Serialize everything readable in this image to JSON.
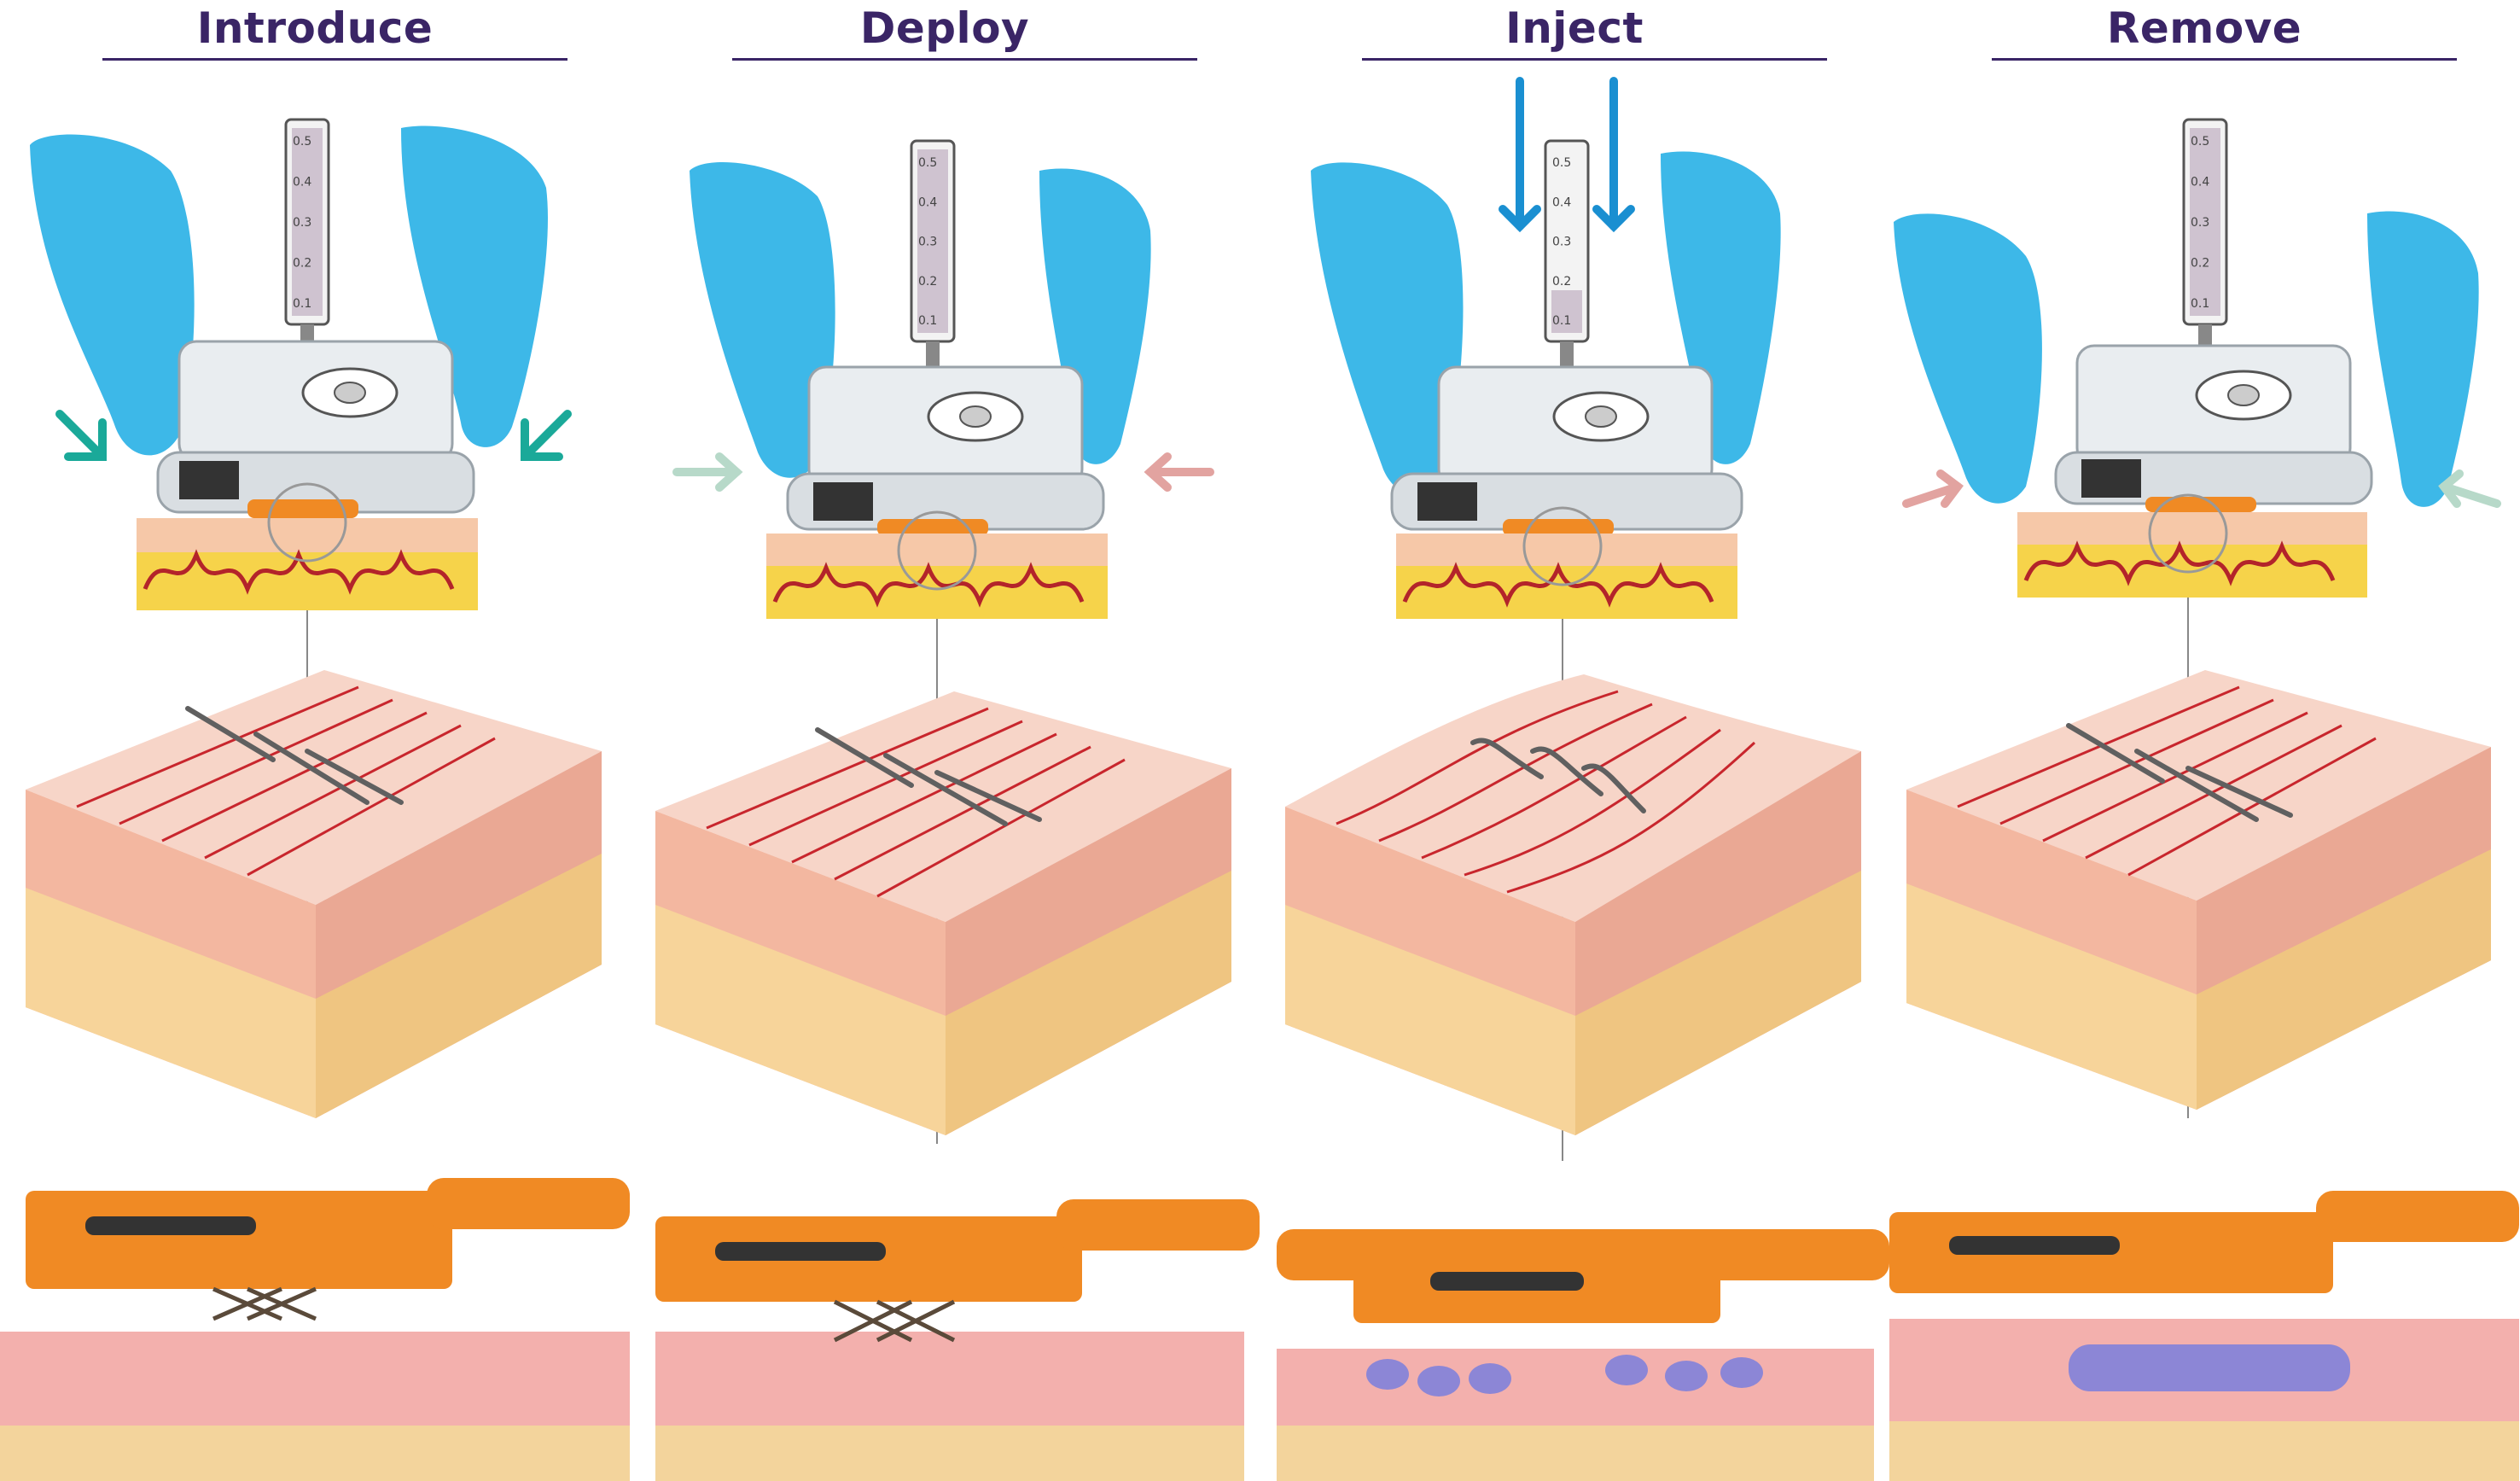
{
  "steps": [
    {
      "title": "Introduce"
    },
    {
      "title": "Deploy"
    },
    {
      "title": "Inject"
    },
    {
      "title": "Remove"
    }
  ],
  "syringe_scale": [
    "0.5",
    "0.4",
    "0.3",
    "0.2",
    "0.1"
  ],
  "colors": {
    "title": "#3a2566",
    "glove": "#3db8e8",
    "device": "#e9edf0",
    "pad": "#f08a24",
    "skin": "#f6c8a8",
    "dermis": "#f0a8a8",
    "fat": "#f6d49a",
    "vessel": "#b3242a",
    "press_arrow_active": "#1aa999",
    "press_arrow_faint": "#b7d9c9",
    "press_arrow_pink": "#e2a3a0",
    "inject_arrow": "#1a8fd1",
    "injectate": "#8c86d6"
  },
  "icons": [
    "glove-icon",
    "syringe-icon",
    "device-icon",
    "arrow-icon",
    "needle-icon"
  ]
}
